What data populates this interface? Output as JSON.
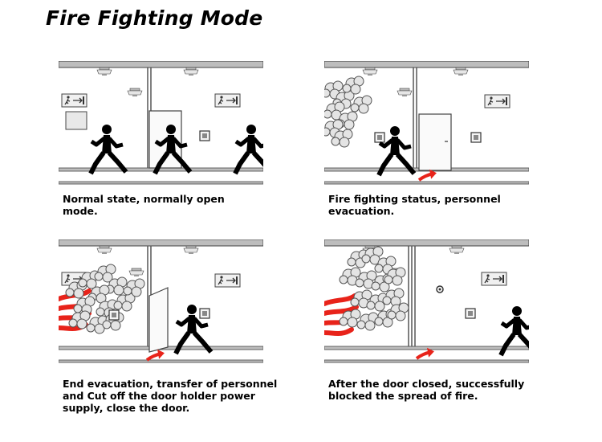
{
  "title": "Fire Fighting Mode",
  "panels": [
    {
      "id": "normal",
      "caption": [
        "Normal state, normally open",
        "mode."
      ]
    },
    {
      "id": "evacuation",
      "caption": [
        "Fire fighting status, personnel",
        "evacuation."
      ]
    },
    {
      "id": "end-evacuation",
      "caption": [
        "End evacuation, transfer of personnel",
        "and Cut off the door holder power",
        "supply, close the door."
      ]
    },
    {
      "id": "door-closed",
      "caption": [
        "After the door closed, successfully",
        "blocked the spread of fire."
      ]
    }
  ],
  "colors": {
    "smoke_fill": "#e4e4e4",
    "fire_red": "#e8231a",
    "rail": "#bdbdbd",
    "figure": "#000000"
  },
  "icons": [
    "exit-sign-icon",
    "smoke-detector-icon",
    "door-holder-icon",
    "running-person-icon",
    "smoke-cloud-icon",
    "flame-icon",
    "door-swing-arrow-icon"
  ]
}
